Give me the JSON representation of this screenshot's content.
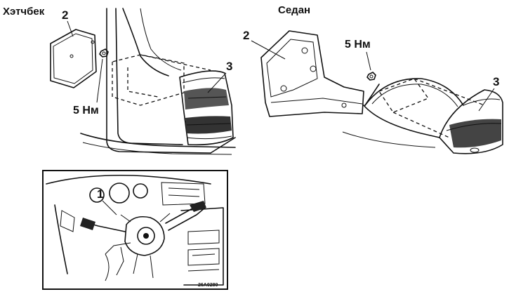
{
  "labels": {
    "hatchback": "Хэтчбек",
    "sedan": "Седан",
    "hatch_part_2": "2",
    "hatch_part_3": "3",
    "hatch_torque": "5 Нм",
    "sedan_part_2": "2",
    "sedan_part_3": "3",
    "sedan_torque": "5 Нм",
    "inset_part_1": "1",
    "inset_code": "26A0280"
  }
}
